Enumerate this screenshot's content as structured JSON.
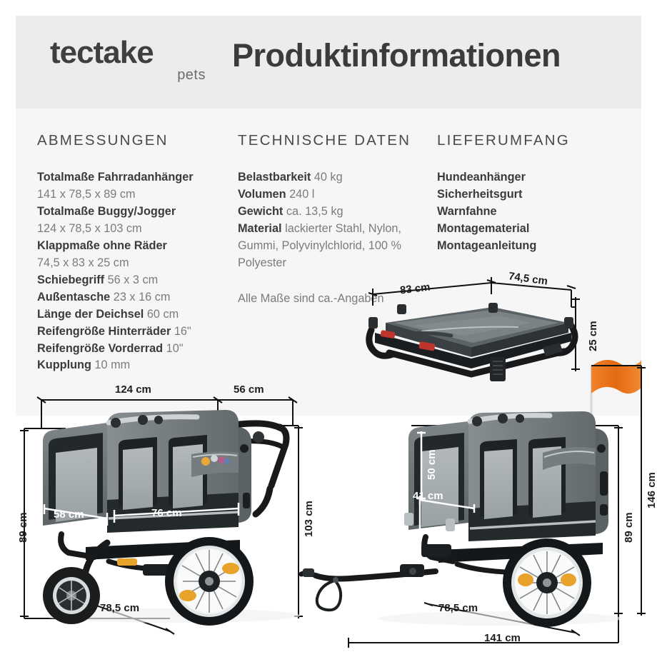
{
  "header": {
    "logo_main": "tectake",
    "logo_sub": "pets",
    "title": "Produktinformationen"
  },
  "columns": {
    "dimensions": {
      "heading": "ABMESSUNGEN",
      "rows": [
        {
          "label": "Totalmaße Fahrradanhänger",
          "value": ""
        },
        {
          "label": "",
          "value": "141 x 78,5 x 89 cm"
        },
        {
          "label": "Totalmaße Buggy/Jogger",
          "value": ""
        },
        {
          "label": "",
          "value": "124 x 78,5 x 103 cm"
        },
        {
          "label": "Klappmaße ohne Räder",
          "value": ""
        },
        {
          "label": "",
          "value": "74,5 x 83 x 25 cm"
        },
        {
          "label": "Schiebegriff",
          "value": "56 x 3 cm"
        },
        {
          "label": "Außentasche",
          "value": "23 x 16 cm"
        },
        {
          "label": "Länge der Deichsel",
          "value": "60 cm"
        },
        {
          "label": "Reifengröße Hinterräder",
          "value": "16\""
        },
        {
          "label": "Reifengröße Vorderrad",
          "value": "10\""
        },
        {
          "label": "Kupplung",
          "value": "10 mm"
        }
      ]
    },
    "technical": {
      "heading": "TECHNISCHE DATEN",
      "rows": [
        {
          "label": "Belastbarkeit",
          "value": "40 kg"
        },
        {
          "label": "Volumen",
          "value": "240 l"
        },
        {
          "label": "Gewicht",
          "value": "ca. 13,5 kg"
        },
        {
          "label": "Material",
          "value": "lackierter Stahl, Nylon, Gummi, Polyvinylchlorid, 100 % Polyester"
        }
      ],
      "note": "Alle Maße sind ca.-Angaben"
    },
    "scope": {
      "heading": "LIEFERUMFANG",
      "items": [
        "Hundeanhänger",
        "Sicherheitsgurt",
        "Warnfahne",
        "Montagematerial",
        "Montageanleitung"
      ]
    }
  },
  "diagrams": {
    "folded": {
      "width_label": "83 cm",
      "depth_label": "74,5 cm",
      "height_label": "25 cm"
    },
    "buggy": {
      "length_label": "124 cm",
      "handle_label": "56 cm",
      "height_side_label": "89 cm",
      "height_total_label": "103 cm",
      "inner_width_label": "58 cm",
      "body_length_label": "76 cm",
      "depth_label": "78,5 cm"
    },
    "trailer": {
      "inner_height_label": "50 cm",
      "inner_width_label": "41 cm",
      "height_label": "89 cm",
      "flag_height_label": "146 cm",
      "depth_label": "78,5 cm",
      "length_label": "141 cm"
    }
  },
  "colors": {
    "flag": "#e8701a",
    "reflector": "#f0a32a",
    "fabric_dark": "#2c2f31",
    "fabric_gray": "#6f7679",
    "mesh": "#a7adaf",
    "band_header": "#ececec",
    "band_body": "#f6f6f6",
    "text_dark": "#3b3b3b",
    "text_light": "#7b7b7b"
  }
}
